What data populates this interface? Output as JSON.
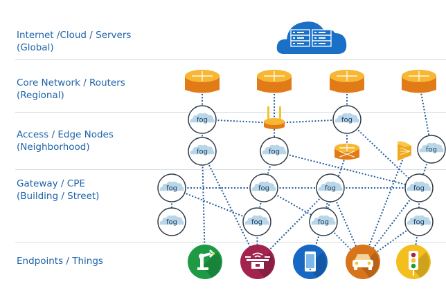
{
  "layers": [
    {
      "id": "cloud",
      "label": "Internet /Cloud / Servers\n(Global)"
    },
    {
      "id": "core",
      "label": "Core Network / Routers\n(Regional)"
    },
    {
      "id": "access",
      "label": "Access / Edge Nodes\n(Neighborhood)"
    },
    {
      "id": "gateway",
      "label": "Gateway / CPE\n(Building / Street)"
    },
    {
      "id": "endpoints",
      "label": "Endpoints / Things"
    }
  ],
  "fog_label": "fog",
  "nodes": {
    "cloud": {
      "icon": "cloud-server-icon"
    },
    "routers": [
      "router-1",
      "router-2",
      "router-3",
      "router-4"
    ],
    "access": [
      {
        "id": "a1",
        "type": "fog"
      },
      {
        "id": "a2",
        "type": "fog"
      },
      {
        "id": "wifi",
        "type": "wireless-router"
      },
      {
        "id": "a3",
        "type": "fog"
      },
      {
        "id": "a4",
        "type": "fog"
      },
      {
        "id": "sw",
        "type": "switch-router"
      },
      {
        "id": "ap",
        "type": "access-point"
      },
      {
        "id": "a5",
        "type": "fog"
      }
    ],
    "gateway_count": 8,
    "endpoints": [
      {
        "id": "robot",
        "icon": "robot-arm-icon",
        "color": "#1e9a44"
      },
      {
        "id": "drone",
        "icon": "drone-icon",
        "color": "#a3234f"
      },
      {
        "id": "phone",
        "icon": "smartphone-icon",
        "color": "#1668c2"
      },
      {
        "id": "car",
        "icon": "car-icon",
        "color": "#d8741a"
      },
      {
        "id": "light",
        "icon": "traffic-light-icon",
        "color": "#f2bf1f"
      }
    ]
  },
  "colors": {
    "label": "#1d63a8",
    "link": "#1f5a9c",
    "router_top": "#f7b733",
    "router_side": "#e07b18",
    "cloud": "#1a6fc7",
    "fog_cloud": "#b9d6e8"
  }
}
